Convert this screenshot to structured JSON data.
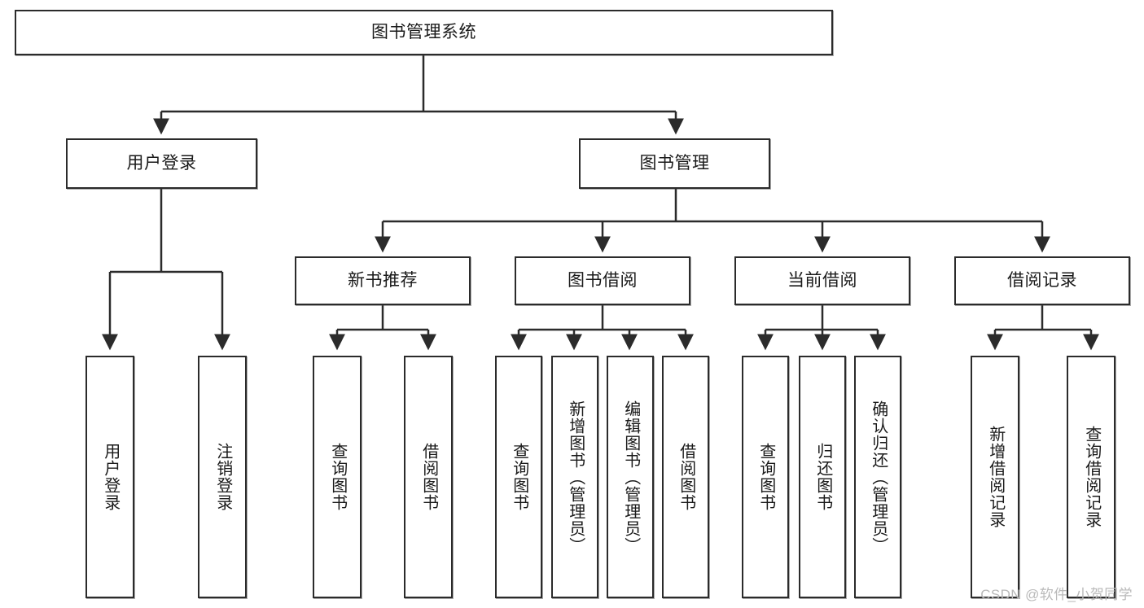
{
  "diagram": {
    "type": "tree-hierarchy",
    "title": "图书管理系统",
    "watermark": "CSDN @软件_小贺同学",
    "colors": {
      "stroke": "#2b2b2b",
      "fill": "#ffffff",
      "text": "#1a1a1a",
      "watermark": "#b9b9b9"
    },
    "nodes": {
      "root": {
        "label": "图书管理系统"
      },
      "level2": [
        {
          "id": "user-login",
          "label": "用户登录"
        },
        {
          "id": "book-manage",
          "label": "图书管理"
        }
      ],
      "level3": [
        {
          "id": "new-book-recommend",
          "label": "新书推荐"
        },
        {
          "id": "book-borrow",
          "label": "图书借阅"
        },
        {
          "id": "current-borrow",
          "label": "当前借阅"
        },
        {
          "id": "borrow-record",
          "label": "借阅记录"
        }
      ],
      "leaves": {
        "user_login": [
          {
            "id": "leaf-user-login",
            "label": "用户登录"
          },
          {
            "id": "leaf-logout-login",
            "label": "注销登录"
          }
        ],
        "new_book_recommend": [
          {
            "id": "leaf-query-book-1",
            "label": "查询图书"
          },
          {
            "id": "leaf-borrow-book-1",
            "label": "借阅图书"
          }
        ],
        "book_borrow": [
          {
            "id": "leaf-query-book-2",
            "label": "查询图书"
          },
          {
            "id": "leaf-add-book",
            "label": "新增图书（管理员）"
          },
          {
            "id": "leaf-edit-book",
            "label": "编辑图书（管理员）"
          },
          {
            "id": "leaf-borrow-book-2",
            "label": "借阅图书"
          }
        ],
        "current_borrow": [
          {
            "id": "leaf-query-book-3",
            "label": "查询图书"
          },
          {
            "id": "leaf-return-book",
            "label": "归还图书"
          },
          {
            "id": "leaf-confirm-return",
            "label": "确认归还（管理员）"
          }
        ],
        "borrow_record": [
          {
            "id": "leaf-add-record",
            "label": "新增借阅记录"
          },
          {
            "id": "leaf-query-record",
            "label": "查询借阅记录"
          }
        ]
      }
    }
  }
}
